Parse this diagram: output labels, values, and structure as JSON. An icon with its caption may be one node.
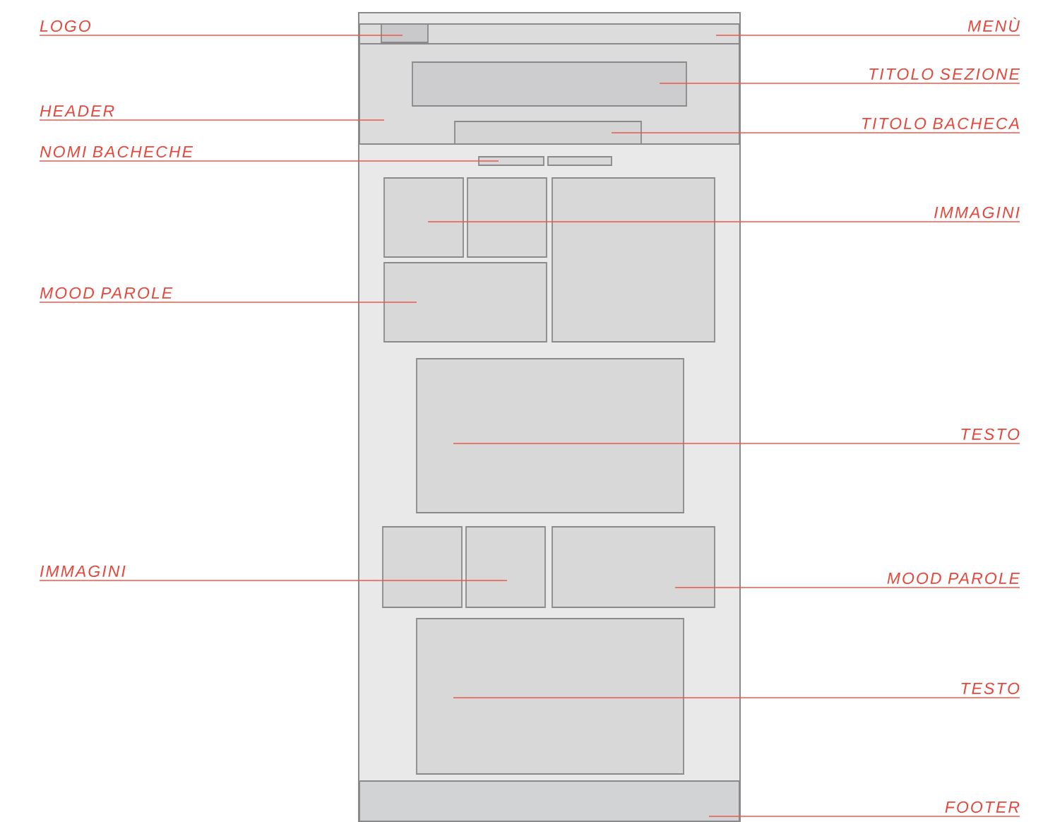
{
  "diagram": {
    "nodes": [
      {
        "text": [],
        "shape": "box"
      },
      {
        "text": [],
        "shape": "box",
        "in": 0
      },
      {
        "text": [],
        "shape": "box",
        "in": 1
      },
      {
        "text": [],
        "shape": "box",
        "in": 0
      },
      {
        "text": [],
        "shape": "box",
        "in": 3
      },
      {
        "text": [],
        "shape": "box",
        "in": 3
      },
      {
        "text": [],
        "shape": "box",
        "in": 0
      },
      {
        "text": [],
        "shape": "box",
        "in": 0
      },
      {
        "text": [],
        "shape": "box",
        "in": 0
      },
      {
        "text": [],
        "shape": "box",
        "in": 0
      },
      {
        "text": [],
        "shape": "box",
        "in": 0
      },
      {
        "text": [],
        "shape": "box",
        "in": 0
      },
      {
        "text": [],
        "shape": "box",
        "in": 0
      },
      {
        "text": [],
        "shape": "box",
        "in": 0
      },
      {
        "text": [],
        "shape": "box",
        "in": 0
      },
      {
        "text": [],
        "shape": "box",
        "in": 0
      },
      {
        "text": [],
        "shape": "box",
        "in": 0
      },
      {
        "text": [],
        "shape": "box",
        "in": 0
      },
      {
        "text": [
          "LOGO"
        ]
      },
      {
        "text": [
          "MENÙ"
        ]
      },
      {
        "text": [
          "TITOLO SEZIONE"
        ]
      },
      {
        "text": [
          "HEADER"
        ]
      },
      {
        "text": [
          "TITOLO BACHECA"
        ]
      },
      {
        "text": [
          "NOMI BACHECHE"
        ]
      },
      {
        "text": [
          "IMMAGINI"
        ]
      },
      {
        "text": [
          "MOOD PAROLE"
        ]
      },
      {
        "text": [
          "TESTO"
        ]
      },
      {
        "text": [
          "IMMAGINI"
        ]
      },
      {
        "text": [
          "MOOD PAROLE"
        ]
      },
      {
        "text": [
          "TESTO"
        ]
      },
      {
        "text": [
          "FOOTER"
        ]
      }
    ],
    "edges": [
      {
        "from": 18,
        "to": 2,
        "arrow": "none"
      },
      {
        "from": 19,
        "to": 1,
        "arrow": "none"
      },
      {
        "from": 20,
        "to": 4,
        "arrow": "none"
      },
      {
        "from": 21,
        "to": 3,
        "arrow": "none"
      },
      {
        "from": 22,
        "to": 5,
        "arrow": "none"
      },
      {
        "from": 23,
        "to": 6,
        "arrow": "none"
      },
      {
        "from": 24,
        "to": 8,
        "arrow": "none"
      },
      {
        "from": 25,
        "to": 11,
        "arrow": "none"
      },
      {
        "from": 26,
        "to": 12,
        "arrow": "none"
      },
      {
        "from": 27,
        "to": 14,
        "arrow": "none"
      },
      {
        "from": 28,
        "to": 15,
        "arrow": "none"
      },
      {
        "from": 29,
        "to": 16,
        "arrow": "none"
      },
      {
        "from": 30,
        "to": 17,
        "arrow": "none"
      }
    ]
  }
}
